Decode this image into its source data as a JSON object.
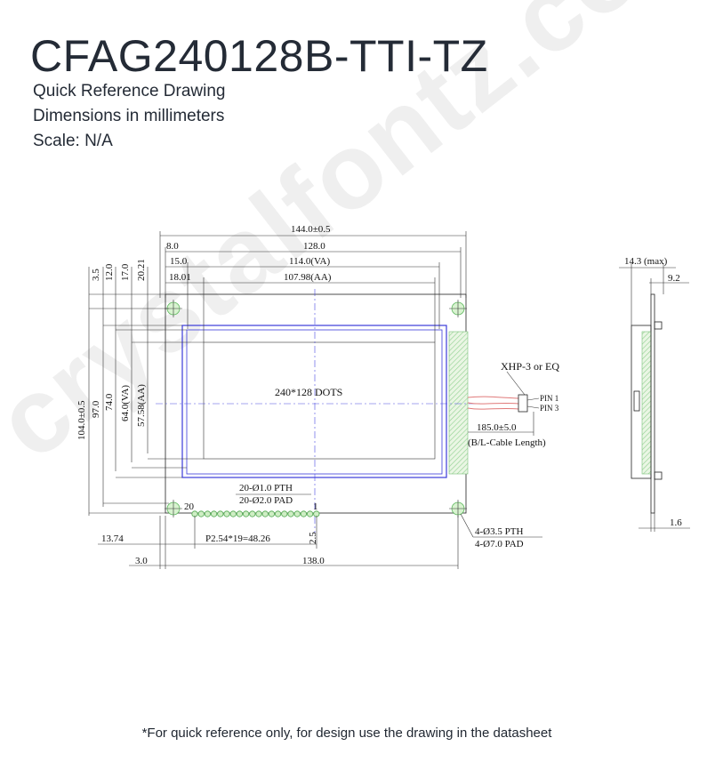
{
  "header": {
    "title": "CFAG240128B-TTI-TZ",
    "subtitle1": "Quick Reference Drawing",
    "subtitle2": "Dimensions in millimeters",
    "subtitle3": "Scale: N/A"
  },
  "watermark": "crystalfontz.com",
  "footnote": "*For quick reference only, for design use the drawing in the datasheet",
  "dimensions": {
    "overall_width": "144.0±0.5",
    "pcb_128": "128.0",
    "offset_8": "8.0",
    "offset_15": "15.0",
    "va_width": "114.0(VA)",
    "offset_18": "18.01",
    "aa_width": "107.98(AA)",
    "left_35": "3.5",
    "left_12": "12.0",
    "left_17": "17.0",
    "left_2021": "20.21",
    "overall_height": "104.0±0.5",
    "height_97": "97.0",
    "height_74": "74.0",
    "va_height": "64.0(VA)",
    "aa_height": "57.58(AA)",
    "dots": "240*128 DOTS",
    "connector": "XHP-3 or EQ",
    "pin1": "PIN 1",
    "pin3": "PIN 3",
    "cable_len": "185.0±5.0",
    "cable_note": "(B/L-Cable Length)",
    "pth_small": "20-Ø1.0 PTH",
    "pad_small": "20-Ø2.0 PAD",
    "pin20": "20",
    "pin1_label": "1",
    "left_1374": "13.74",
    "pitch": "P2.54*19=48.26",
    "bottom_25": "2.5",
    "left_30": "3.0",
    "bottom_138": "138.0",
    "mount_pth": "4-Ø3.5 PTH",
    "mount_pad": "4-Ø7.0 PAD",
    "side_depth": "14.3 (max)",
    "side_92": "9.2",
    "side_16": "1.6"
  }
}
